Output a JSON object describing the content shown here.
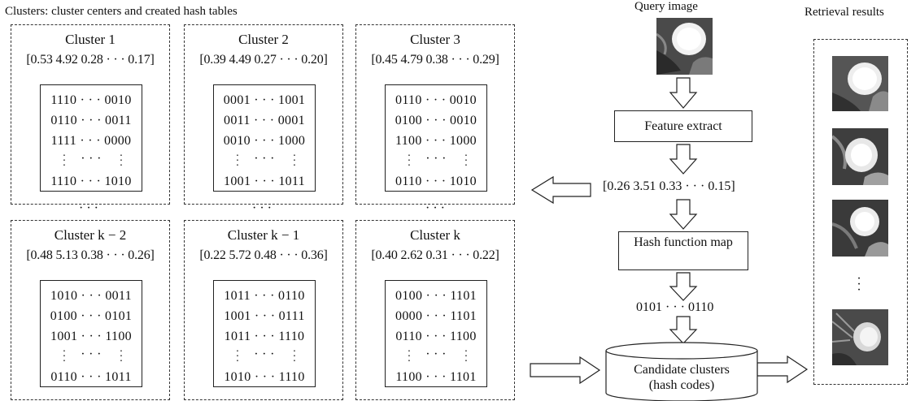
{
  "clusters_title": "Clusters: cluster centers and created hash tables",
  "query_title": "Query image",
  "retrieval_title": "Retrieval results",
  "clusters": [
    {
      "name": "Cluster 1",
      "center": "[0.53 4.92 0.28 · · · 0.17]",
      "codes": [
        "1110 · · · 0010",
        "0110 · · · 0011",
        "1111 · · · 0000",
        "1110 · · · 1010"
      ]
    },
    {
      "name": "Cluster 2",
      "center": "[0.39 4.49 0.27 · · · 0.20]",
      "codes": [
        "0001 · · · 1001",
        "0011 · · · 0001",
        "0010 · · · 1000",
        "1001 · · · 1011"
      ]
    },
    {
      "name": "Cluster 3",
      "center": "[0.45 4.79 0.38 · · · 0.29]",
      "codes": [
        "0110 · · · 0010",
        "0100 · · · 0010",
        "1100 · · · 1000",
        "0110 · · · 1010"
      ]
    },
    {
      "name": "Cluster k − 2",
      "center": "[0.48 5.13 0.38 · · · 0.26]",
      "codes": [
        "1010 · · · 0011",
        "0100 · · · 0101",
        "1001 · · · 1100",
        "0110 · · · 1011"
      ]
    },
    {
      "name": "Cluster k − 1",
      "center": "[0.22 5.72 0.48 · · · 0.36]",
      "codes": [
        "1011 · · · 0110",
        "1001 · · · 0111",
        "1011 · · · 1110",
        "1010 · · · 1110"
      ]
    },
    {
      "name": "Cluster k",
      "center": "[0.40 2.62 0.31 · · · 0.22]",
      "codes": [
        "0100 · · · 1101",
        "0000 · · · 1101",
        "0110 · · · 1100",
        "1100 · · · 1101"
      ]
    }
  ],
  "row_ellipsis": "· · ·",
  "column_ellipsis": "· · ·",
  "feature_extract_label": "Feature extract",
  "feature_vector": "[0.26 3.51 0.33 · · · 0.15]",
  "hash_function_label": "Hash function map",
  "hash_code": "0101 · · · 0110",
  "candidate_label": "Candidate clusters (hash codes)"
}
